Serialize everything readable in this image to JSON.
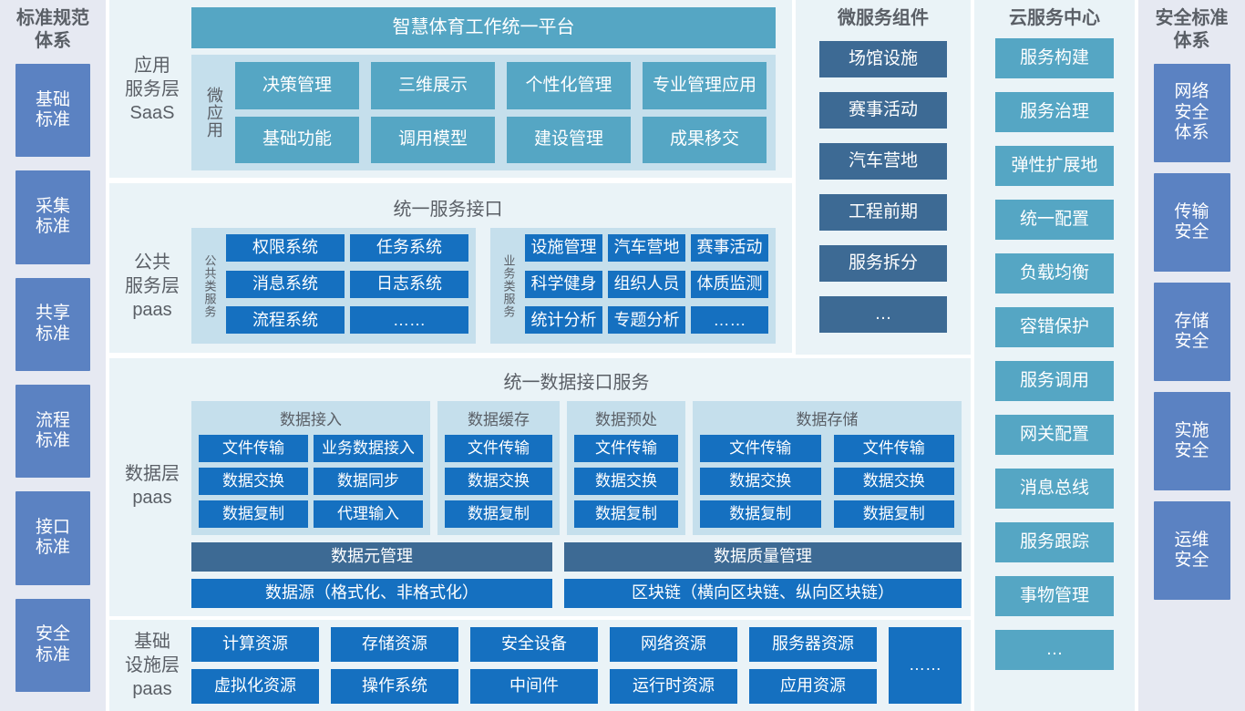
{
  "colors": {
    "blue": "#1570C0",
    "teal": "#55A6C4",
    "slate": "#3D6A94",
    "sidebar_box": "#5B82C2",
    "panel_bg": "#EAF3F7",
    "group_bg": "#C5DFEC",
    "sidebar_bg": "#E6E9F2",
    "label_text": "#5A5F66"
  },
  "standards_column": {
    "title": "标准规范\n体系",
    "items": [
      "基础\n标准",
      "采集\n标准",
      "共享\n标准",
      "流程\n标准",
      "接口\n标准",
      "安全\n标准"
    ]
  },
  "security_column": {
    "title": "安全标准\n体系",
    "items": [
      "网络\n安全\n体系",
      "传输\n安全",
      "存储\n安全",
      "实施\n安全",
      "运维\n安全"
    ]
  },
  "application_layer": {
    "row_label": "应用\n服务层\nSaaS",
    "banner": "智慧体育工作统一平台",
    "group_label": "微应用",
    "cells": [
      "决策管理",
      "三维展示",
      "个性化管理",
      "专业管理应用",
      "基础功能",
      "调用模型",
      "建设管理",
      "成果移交"
    ]
  },
  "public_service_layer": {
    "row_label": "公共\n服务层\npaas",
    "title": "统一服务接口",
    "groups": [
      {
        "vertical_label": "公共类服务",
        "cells": [
          "权限系统",
          "任务系统",
          "消息系统",
          "日志系统",
          "流程系统",
          "……"
        ]
      },
      {
        "vertical_label": "业务类服务",
        "cells": [
          "设施管理",
          "汽车营地",
          "赛事活动",
          "科学健身",
          "组织人员",
          "体质监测",
          "统计分析",
          "专题分析",
          "……"
        ]
      }
    ]
  },
  "microservice_column": {
    "title": "微服务组件",
    "items": [
      "场馆设施",
      "赛事活动",
      "汽车营地",
      "工程前期",
      "服务拆分",
      "…"
    ]
  },
  "data_layer": {
    "row_label": "数据层\npaas",
    "title": "统一数据接口服务",
    "groups": [
      {
        "title": "数据接入",
        "cells": [
          "文件传输",
          "业务数据接入",
          "数据交换",
          "数据同步",
          "数据复制",
          "代理输入"
        ]
      },
      {
        "title": "数据缓存",
        "cells": [
          "文件传输",
          "数据交换",
          "数据复制"
        ]
      },
      {
        "title": "数据预处",
        "cells": [
          "文件传输",
          "数据交换",
          "数据复制"
        ]
      },
      {
        "title": "数据存储",
        "cells": [
          "文件传输",
          "文件传输",
          "数据交换",
          "数据交换",
          "数据复制",
          "数据复制"
        ]
      }
    ],
    "bands": {
      "meta_management": "数据元管理",
      "quality_management": "数据质量管理",
      "data_source": "数据源（格式化、非格式化）",
      "blockchain": "区块链（横向区块链、纵向区块链）"
    }
  },
  "infrastructure_layer": {
    "row_label": "基础\n设施层\npaas",
    "cells": [
      "计算资源",
      "存储资源",
      "安全设备",
      "网络资源",
      "服务器资源",
      "虚拟化资源",
      "操作系统",
      "中间件",
      "运行时资源",
      "应用资源"
    ],
    "more": "……"
  },
  "cloud_column": {
    "title": "云服务中心",
    "items": [
      "服务构建",
      "服务治理",
      "弹性扩展地",
      "统一配置",
      "负载均衡",
      "容错保护",
      "服务调用",
      "网关配置",
      "消息总线",
      "服务跟踪",
      "事物管理",
      "…"
    ]
  }
}
